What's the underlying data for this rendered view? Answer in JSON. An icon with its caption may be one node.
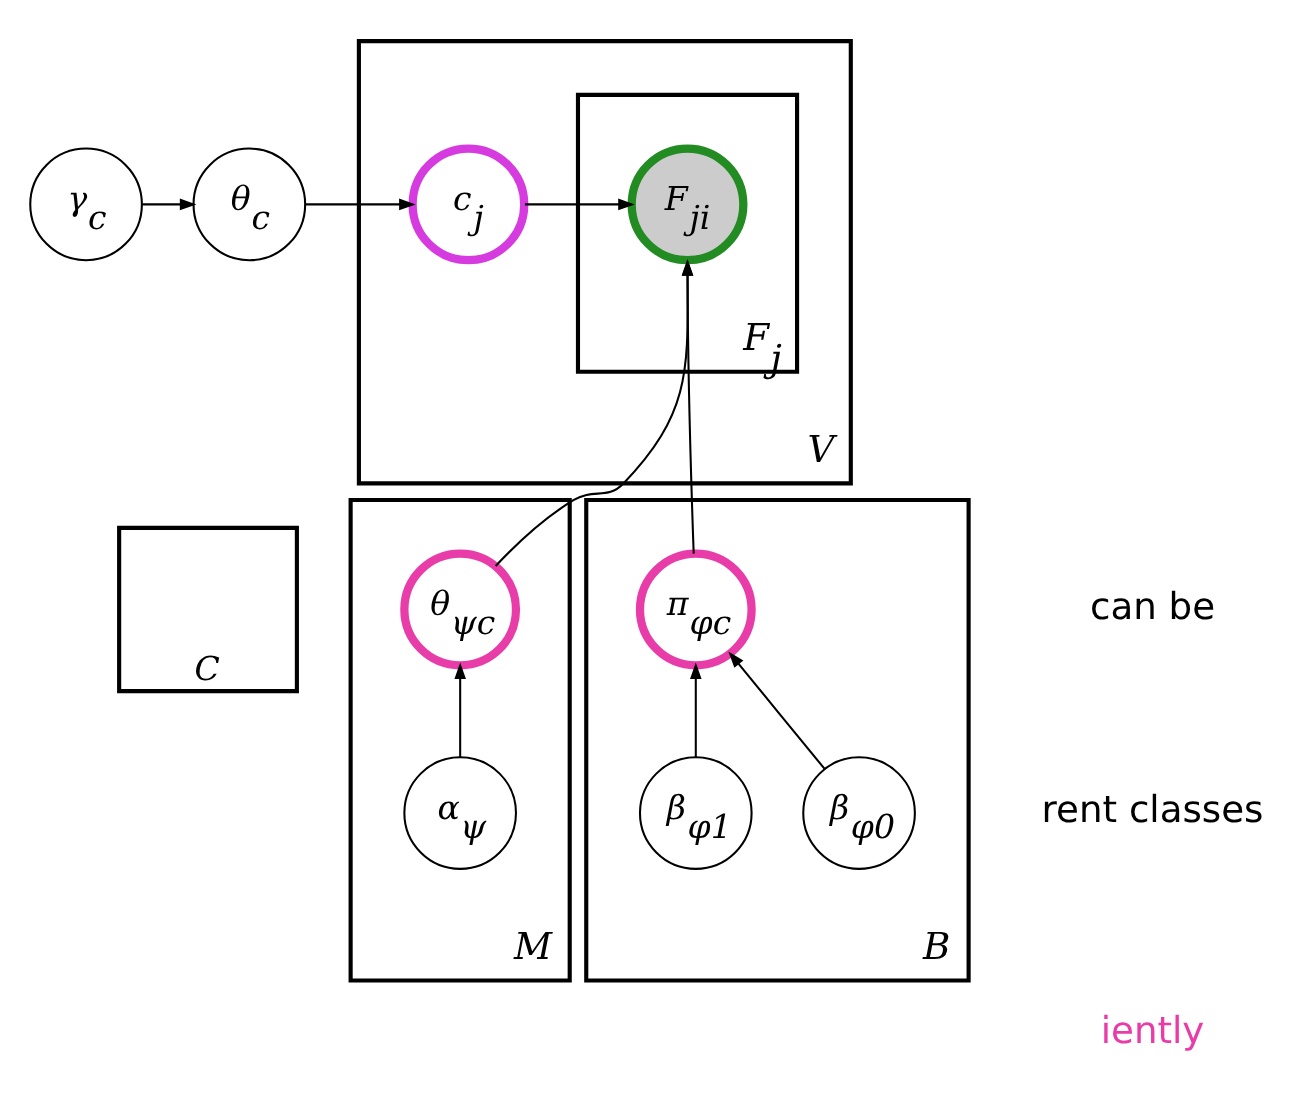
{
  "diagram": {
    "nodes": [
      {
        "text": [
          "γ$_{c}$"
        ]
      },
      {
        "text": [
          "θ$_{c}$"
        ]
      },
      {
        "text": [
          "V"
        ]
      },
      {
        "text": [
          "c$_{j}$"
        ],
        "in": 2
      },
      {
        "text": [
          "F$_{j}$"
        ],
        "in": 2
      },
      {
        "text": [
          "F$_{ji}$"
        ],
        "in": 4
      },
      {
        "text": [
          "C"
        ]
      },
      {
        "text": [
          "M"
        ]
      },
      {
        "text": [
          "B"
        ]
      },
      {
        "text": [
          "θ$_{ψc}$"
        ],
        "in": 7
      },
      {
        "text": [
          "π$_{φc}$"
        ],
        "in": 8
      },
      {
        "text": [
          "α$_{ψ}$"
        ],
        "in": 7
      },
      {
        "text": [
          "β$_{φ1}$"
        ],
        "in": 8
      },
      {
        "text": [
          "β$_{φ0}$"
        ],
        "in": 8
      }
    ],
    "edges": [
      {
        "from": 0,
        "to": 1,
        "arrow": "to"
      },
      {
        "from": 1,
        "to": 3,
        "arrow": "to"
      },
      {
        "from": 3,
        "to": 5,
        "arrow": "to"
      },
      {
        "from": 9,
        "to": 5,
        "arrow": "to"
      },
      {
        "from": 10,
        "to": 5,
        "arrow": "to"
      },
      {
        "from": 11,
        "to": 9,
        "arrow": "to"
      },
      {
        "from": 12,
        "to": 10,
        "arrow": "to"
      },
      {
        "from": 13,
        "to": 10,
        "arrow": "to"
      }
    ],
    "labels": [
      "can be",
      "rent classes",
      "iently"
    ]
  }
}
